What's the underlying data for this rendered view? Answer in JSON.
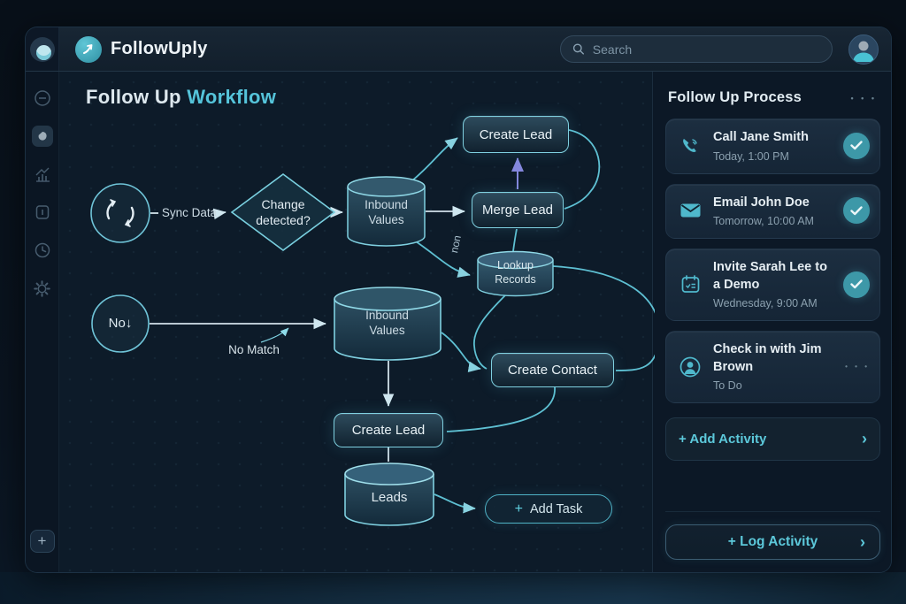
{
  "app": {
    "name": "FollowUply"
  },
  "topbar": {
    "search_placeholder": "Search"
  },
  "sidebar": {
    "items": [
      {
        "icon": "minus-circle-icon"
      },
      {
        "icon": "inbox-tile-icon"
      },
      {
        "icon": "chart-icon"
      },
      {
        "icon": "card-icon"
      },
      {
        "icon": "clock-icon"
      },
      {
        "icon": "gear-icon"
      }
    ],
    "add_label": "+"
  },
  "workflow": {
    "title_prefix": "Follow Up ",
    "title_accent": "Workflow",
    "labels": {
      "sync_data": "Sync Data",
      "change_detected": "Change detected?",
      "inbound_values_1": "Inbound Values",
      "create_lead_top": "Create Lead",
      "merge_lead": "Merge Lead",
      "lookup_records": "Lookup Records",
      "non": "non",
      "no_circle": "No↓",
      "no_match": "No Match",
      "inbound_values_2": "Inbound Values",
      "create_contact": "Create Contact",
      "create_lead_bottom": "Create Lead",
      "leads": "Leads",
      "add_task_plus": "+",
      "add_task": "Add Task"
    }
  },
  "process_panel": {
    "title": "Follow Up Process",
    "menu_dots": "• • •",
    "tasks": [
      {
        "icon": "phone-icon",
        "title": "Call Jane Smith",
        "subtitle": "Today, 1:00 PM",
        "status": "done"
      },
      {
        "icon": "email-icon",
        "title": "Email John Doe",
        "subtitle": "Tomorrow, 10:00 AM",
        "status": "done"
      },
      {
        "icon": "calendar-icon",
        "title": "Invite Sarah Lee to a Demo",
        "subtitle": "Wednesday, 9:00 AM",
        "status": "done"
      },
      {
        "icon": "person-icon",
        "title": "Check in with Jim Brown",
        "subtitle": "To Do",
        "status": "menu",
        "menu_dots": "• • •"
      }
    ],
    "add_activity_plus": "+",
    "add_activity": "Add Activity",
    "add_activity_chevron": "›",
    "log_activity_plus": "+",
    "log_activity": "Log Activity",
    "log_activity_chevron": "›"
  },
  "colors": {
    "accent_teal": "#55c4da",
    "line_cyan": "#63c9dc",
    "line_light": "#d7e5ec",
    "arrow_purple": "#8487dd",
    "check_bg": "#3d98a8",
    "canvas_bg": "#0d1b29",
    "panel_bg": "#0c1826",
    "card_bg": "#1b2d3f"
  }
}
